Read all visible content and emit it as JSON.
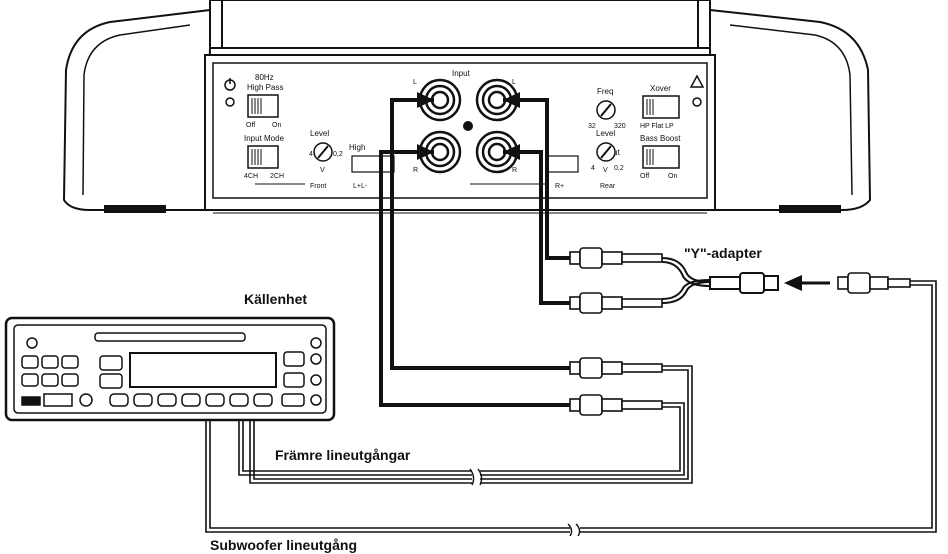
{
  "labels": {
    "source_unit": "Källenhet",
    "y_adapter": "\"Y\"-adapter",
    "front_line_outputs": "Främre lineutgångar",
    "sub_line_output": "Subwoofer lineutgång"
  },
  "amp": {
    "crossover": {
      "freq": "80Hz",
      "mode": "High Pass",
      "off": "Off",
      "on": "On"
    },
    "input_mode": {
      "title": "Input Mode",
      "opt1": "4CH",
      "opt2": "2CH"
    },
    "level": "Level",
    "level_scale": {
      "min": "4",
      "mid": "V",
      "max": "0,2"
    },
    "high": "High",
    "input": "Input",
    "ch_l": "L",
    "ch_r": "R",
    "front": "Front",
    "rear": "Rear",
    "front_bus": "L+L-",
    "rear_bus": "R+",
    "freq": "Freq",
    "freq_min": "32",
    "freq_max": "320",
    "xover": "Xover",
    "xover_opts": "HP Flat LP",
    "bass_boost": "Bass Boost",
    "bass_off": "Off",
    "bass_on": "On"
  }
}
